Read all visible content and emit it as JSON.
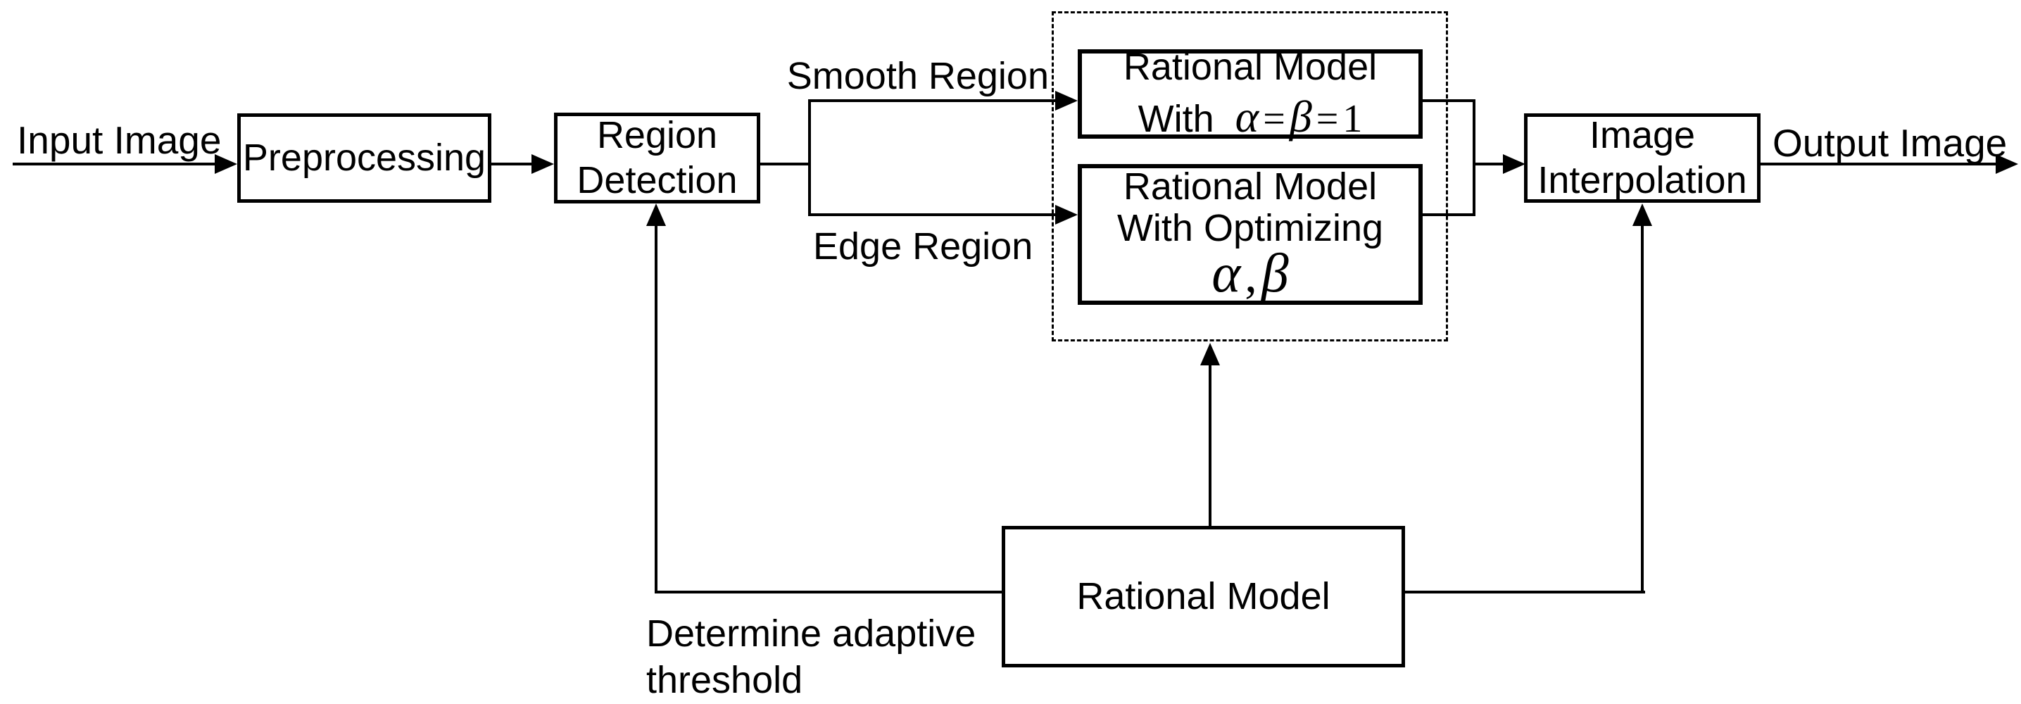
{
  "colors": {
    "ink": "#000000",
    "bg": "#ffffff"
  },
  "labels": {
    "input": "Input Image",
    "output": "Output Image",
    "smooth_branch": "Smooth Region",
    "edge_branch": "Edge Region",
    "threshold_line1": "Determine adaptive",
    "threshold_line2": "threshold"
  },
  "boxes": {
    "preprocessing": {
      "label": "Preprocessing"
    },
    "region_detection": {
      "line1": "Region",
      "line2": "Detection"
    },
    "rational_smooth": {
      "line1": "Rational Model",
      "with_word": "With",
      "alpha": "α",
      "equals1": "=",
      "beta": "β",
      "equals2": "=",
      "one": "1"
    },
    "rational_edge": {
      "line1": "Rational Model",
      "line2": "With Optimizing",
      "alpha": "α",
      "comma": ",",
      "beta": "β"
    },
    "image_interpolation": {
      "line1": "Image",
      "line2": "Interpolation"
    },
    "rational_model": {
      "label": "Rational Model"
    }
  }
}
